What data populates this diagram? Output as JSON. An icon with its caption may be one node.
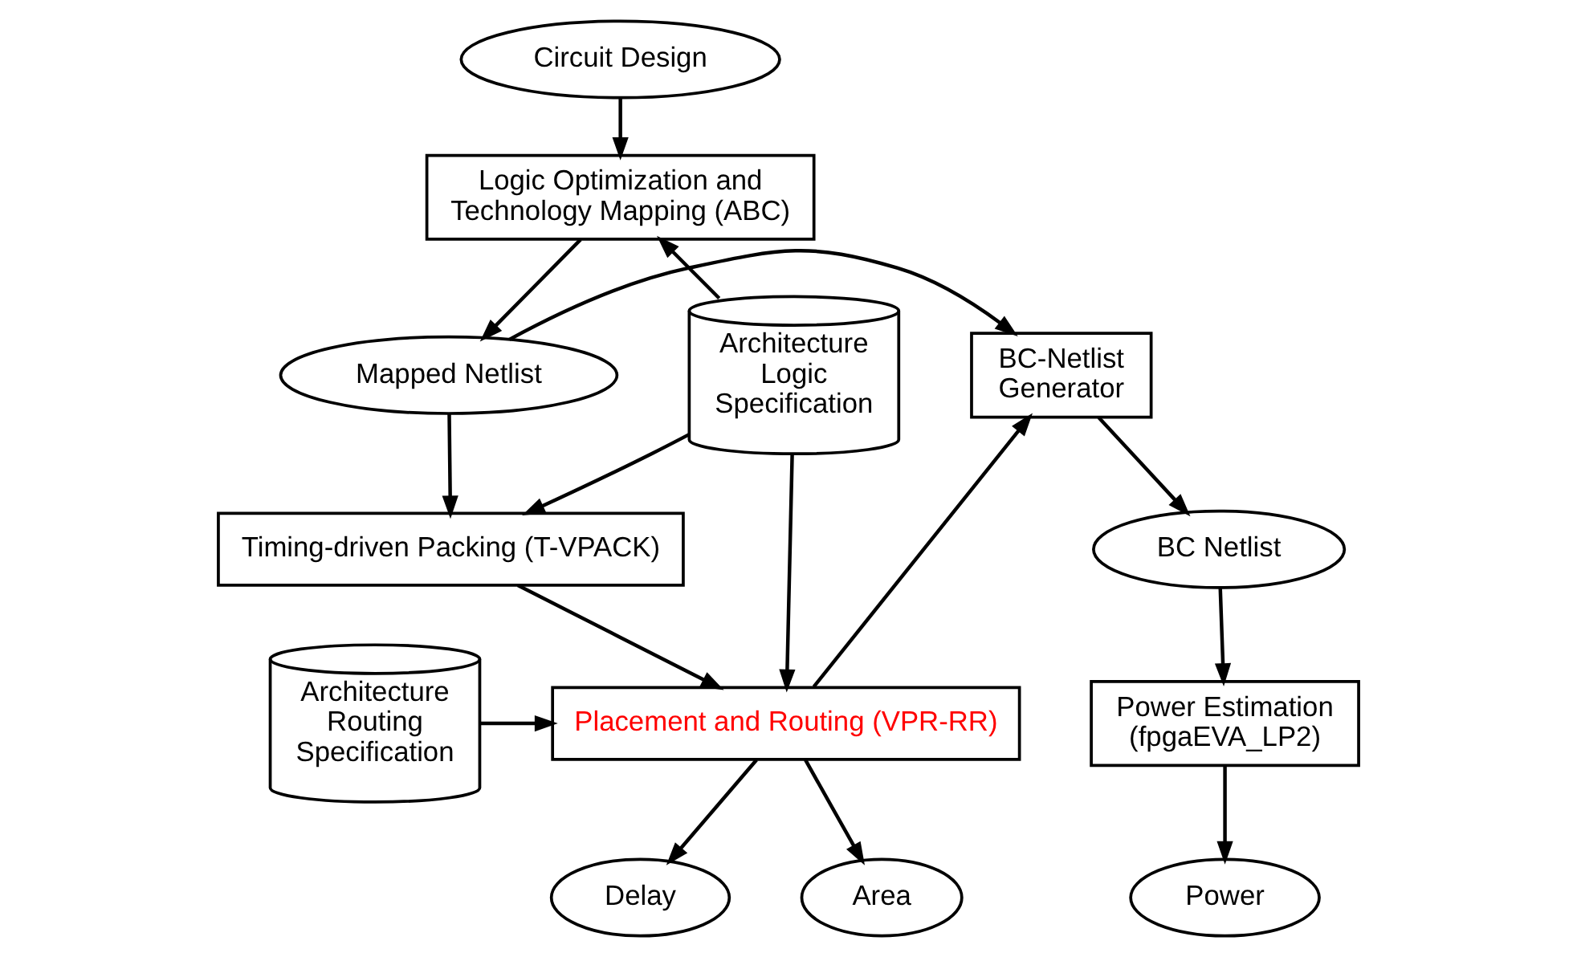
{
  "diagram": {
    "nodes": [
      {
        "text": [
          "Circuit Design"
        ]
      },
      {
        "text": [
          "Logic Optimization and Technology Mapping (ABC)"
        ]
      },
      {
        "text": [
          "Architecture Logic Specification"
        ]
      },
      {
        "text": [
          "Mapped Netlist"
        ]
      },
      {
        "text": [
          "BC-Netlist Generator"
        ]
      },
      {
        "text": [
          "Timing-driven Packing (T-VPACK)"
        ]
      },
      {
        "text": [
          "Architecture Routing Specification"
        ]
      },
      {
        "text": [
          "Placement and Routing (VPR-RR)"
        ]
      },
      {
        "text": [
          "BC Netlist"
        ]
      },
      {
        "text": [
          "Power Estimation (fpgaEVA_LP2)"
        ]
      },
      {
        "text": [
          "Area"
        ]
      },
      {
        "text": [
          "Delay"
        ]
      },
      {
        "text": [
          "Power"
        ]
      }
    ],
    "edges": [
      {
        "from": 0,
        "to": 1,
        "arrow": "to"
      },
      {
        "from": 2,
        "to": 1,
        "arrow": "to"
      },
      {
        "from": 1,
        "to": 3,
        "arrow": "to"
      },
      {
        "from": 3,
        "to": 4,
        "arrow": "to"
      },
      {
        "from": 2,
        "to": 5,
        "arrow": "to"
      },
      {
        "from": 2,
        "to": 7,
        "arrow": "to"
      },
      {
        "from": 3,
        "to": 5,
        "arrow": "to"
      },
      {
        "from": 5,
        "to": 7,
        "arrow": "to"
      },
      {
        "from": 6,
        "to": 7,
        "arrow": "to"
      },
      {
        "from": 7,
        "to": 4,
        "arrow": "to"
      },
      {
        "from": 4,
        "to": 8,
        "arrow": "to"
      },
      {
        "from": 8,
        "to": 9,
        "arrow": "to"
      },
      {
        "from": 7,
        "to": 10,
        "arrow": "to"
      },
      {
        "from": 7,
        "to": 11,
        "arrow": "to"
      },
      {
        "from": 9,
        "to": 12,
        "arrow": "to"
      }
    ]
  }
}
